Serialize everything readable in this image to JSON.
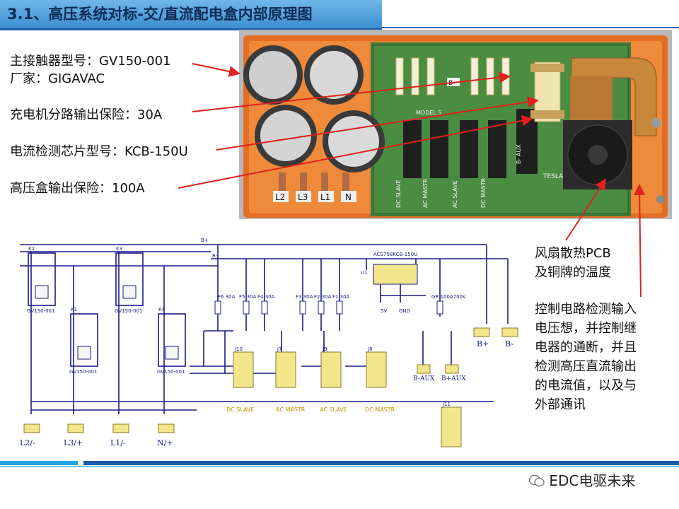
{
  "title": "3.1、高压系统对标-交/直流配电盒内部原理图",
  "callouts": {
    "contactor_model": "主接触器型号：GV150-001",
    "manufacturer": "厂家：GIGAVAC",
    "charger_fuse": "充电机分路输出保险：30A",
    "current_chip": "电流检测芯片型号：KCB-150U",
    "hv_fuse": "高压盒输出保险：100A"
  },
  "right_notes": {
    "fan": [
      "风扇散热PCB",
      "及铜牌的温度"
    ],
    "control": [
      "控制电路检测输入",
      "电压想，并控制继",
      "电器的通断，并且",
      "检测高压直流输出",
      "的电流值，以及与",
      "外部通讯"
    ]
  },
  "photo": {
    "terminal_labels": [
      "L2",
      "L3",
      "L1",
      "N"
    ],
    "board_text": "MODEL S",
    "connector_labels": [
      "DC SLAVE",
      "AC MASTR",
      "AC SLAVE",
      "DC MASTR",
      "B- AUX"
    ],
    "tesla_text": "TESLA",
    "bminus": "B-"
  },
  "schematic": {
    "ic_label": "ACS758KCB-150U",
    "ic_ref": "U1",
    "relays": [
      {
        "ref": "K2",
        "model": "GV150-001"
      },
      {
        "ref": "K3",
        "model": "GV150-001"
      },
      {
        "ref": "K1",
        "model": "GV150-001"
      },
      {
        "ref": "K4",
        "model": "GV150-001"
      }
    ],
    "fuses": [
      "F6 30A",
      "F5 30A",
      "F4 30A",
      "F3 30A",
      "F2 30A",
      "F1 30A",
      "GR 100A700V"
    ],
    "connectors": [
      "J10",
      "J7",
      "J9",
      "J8",
      "J11"
    ],
    "bus_labels": [
      "DC SLAVE",
      "AC MASTR",
      "AC SLAVE",
      "DC MASTR"
    ],
    "terminals": [
      "L2/-",
      "L3/+",
      "L1/-",
      "N/+"
    ],
    "out_terminals": [
      "B+",
      "B-",
      "B-AUX",
      "B+AUX"
    ],
    "misc": [
      "5V",
      "GND",
      "B+",
      "B-"
    ]
  },
  "watermark": "EDC电驱未来",
  "colors": {
    "title_bg": "#3d8fd0",
    "arrow": "#e0201a",
    "schematic_wire": "#1a1a8a",
    "connector_fill": "#f3e58c"
  }
}
